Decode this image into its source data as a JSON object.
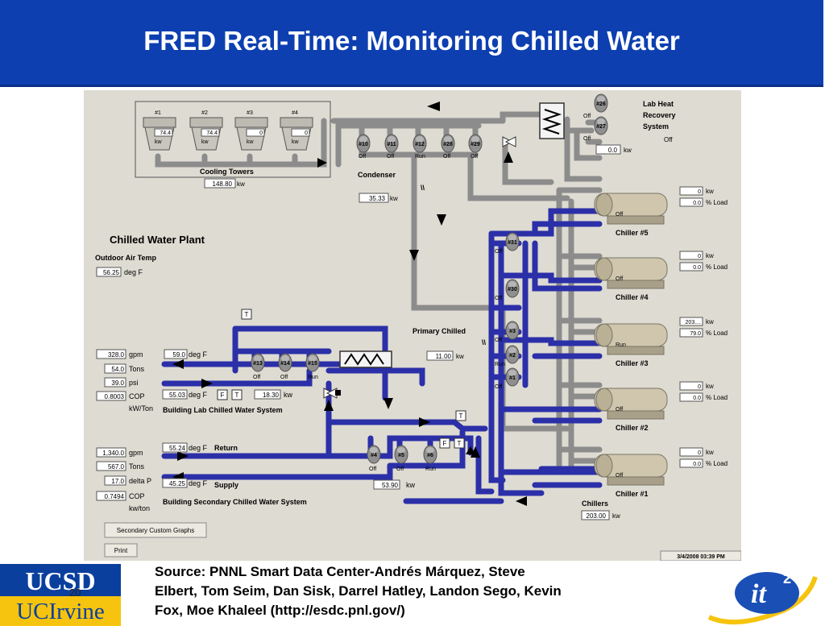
{
  "slide": {
    "title": "FRED Real-Time: Monitoring Chilled Water",
    "number": "20",
    "source_line1": "Source: PNNL Smart Data Center-Andrés Márquez, Steve",
    "source_line2": "Elbert, Tom Seim, Dan Sisk, Darrel Hatley, Landon Sego, Kevin",
    "source_line3": "Fox, Moe Khaleel   (http://esdc.pnl.gov/)",
    "logo_ucsd": "UCSD",
    "logo_uci": "UCIrvine",
    "logo_it2": "it",
    "logo_it2_sup": "2"
  },
  "colors": {
    "title_bg": "#0d3fb0",
    "supply_pipe": "#2b2fa8",
    "return_pipe": "#8c8c8c",
    "panel_bg": "#dedbd2"
  },
  "diagram": {
    "plant_title": "Chilled Water Plant",
    "outdoor": {
      "label": "Outdoor Air Temp",
      "value": "56.25",
      "unit": "deg F"
    },
    "cooling_towers": {
      "label": "Cooling Towers",
      "total_kw": "148.80",
      "kw_unit": "kw",
      "towers": [
        {
          "id": "#1",
          "kw": "74.4",
          "unit": "kw"
        },
        {
          "id": "#2",
          "kw": "74.4",
          "unit": "kw"
        },
        {
          "id": "#3",
          "kw": "0",
          "unit": "kw"
        },
        {
          "id": "#4",
          "kw": "0",
          "unit": "kw"
        }
      ]
    },
    "condenser": {
      "label": "Condenser",
      "kw": "35.33",
      "kw_unit": "kw",
      "flow_mark": "\\\\",
      "pumps": [
        {
          "id": "#10",
          "status": "Off"
        },
        {
          "id": "#11",
          "status": "Off"
        },
        {
          "id": "#12",
          "status": "Run"
        },
        {
          "id": "#28",
          "status": "Off"
        },
        {
          "id": "#29",
          "status": "Off"
        }
      ]
    },
    "lab_heat_recovery": {
      "label_line1": "Lab Heat",
      "label_line2": "Recovery",
      "label_line3": "System",
      "status": "Off",
      "kw": "0.0",
      "kw_unit": "kw",
      "pumps": [
        {
          "id": "#26",
          "status": "Off"
        },
        {
          "id": "#27",
          "status": "Off"
        }
      ]
    },
    "chillers": {
      "label": "Chillers",
      "total_kw": "203.00",
      "kw_unit": "kw",
      "kw_label": "kw",
      "load_label": "% Load",
      "units": [
        {
          "name": "Chiller #5",
          "kw": "0",
          "load": "0.0",
          "status": "Off"
        },
        {
          "name": "Chiller #4",
          "kw": "0",
          "load": "0.0",
          "status": "Off"
        },
        {
          "name": "Chiller #3",
          "kw": "203....",
          "load": "79.0",
          "status": "Run"
        },
        {
          "name": "Chiller #2",
          "kw": "0",
          "load": "0.0",
          "status": "Off"
        },
        {
          "name": "Chiller #1",
          "kw": "0",
          "load": "0.0",
          "status": "Off"
        }
      ]
    },
    "primary_chilled": {
      "label": "Primary Chilled",
      "kw": "11.00",
      "kw_unit": "kw",
      "flow_mark": "\\\\",
      "pumps": [
        {
          "id": "#31",
          "status": "Off"
        },
        {
          "id": "#30",
          "status": "Off"
        },
        {
          "id": "#3",
          "status": "Off"
        },
        {
          "id": "#2",
          "status": "Run"
        },
        {
          "id": "#1",
          "status": "Off"
        }
      ]
    },
    "lab_system": {
      "label": "Building Lab Chilled Water System",
      "gpm": "328.0",
      "gpm_unit": "gpm",
      "tons": "54.0",
      "tons_unit": "Tons",
      "psi": "39.0",
      "psi_unit": "psi",
      "cop": "0.8003",
      "cop_unit": "COP",
      "cop_sub": "kW/Ton",
      "temp_in": "59.0",
      "temp_out": "55.03",
      "temp_unit": "deg F",
      "kw": "18.30",
      "kw_unit": "kw",
      "f_label": "F",
      "t_label": "T",
      "pumps": [
        {
          "id": "#13",
          "status": "Off"
        },
        {
          "id": "#14",
          "status": "Off"
        },
        {
          "id": "#15",
          "status": "Run"
        }
      ]
    },
    "secondary_system": {
      "label": "Building Secondary Chilled Water System",
      "gpm": "1,340.0",
      "gpm_unit": "gpm",
      "tons": "567.0",
      "tons_unit": "Tons",
      "delta": "17.0",
      "delta_unit": "delta P",
      "cop": "0.7494",
      "cop_unit": "COP",
      "cop_sub": "kw/ton",
      "return_temp": "55.24",
      "return_label": "Return",
      "supply_temp": "45.25",
      "supply_label": "Supply",
      "temp_unit": "deg F",
      "kw": "53.90",
      "kw_unit": "kw",
      "pumps": [
        {
          "id": "#4",
          "status": "Off"
        },
        {
          "id": "#5",
          "status": "Off"
        },
        {
          "id": "#6",
          "status": "Run"
        }
      ]
    },
    "buttons": {
      "graphs": "Secondary Custom Graphs",
      "print": "Print"
    },
    "timestamp": "3/4/2008 03:39 PM"
  }
}
